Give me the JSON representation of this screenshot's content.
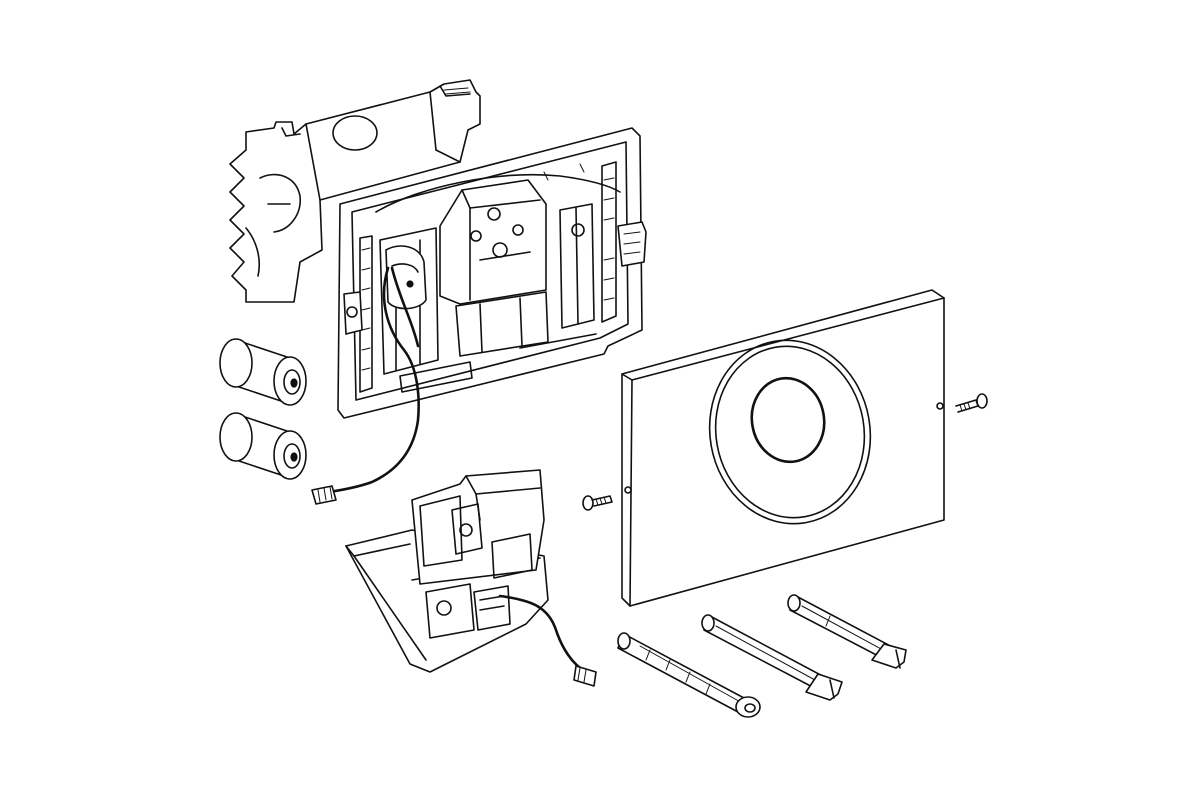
{
  "figure": {
    "type": "exploded-view-line-drawing",
    "background": "#ffffff",
    "line_color": "#111111",
    "parts": [
      "mounting-frame",
      "frame-support-bracket",
      "battery-cell-upper",
      "battery-cell-lower",
      "control-cable",
      "sensor-module",
      "actuation-plate",
      "fixing-screw-left",
      "fixing-screw-right",
      "spacer-bolt",
      "actuator-rod-middle",
      "actuator-rod-right"
    ]
  }
}
